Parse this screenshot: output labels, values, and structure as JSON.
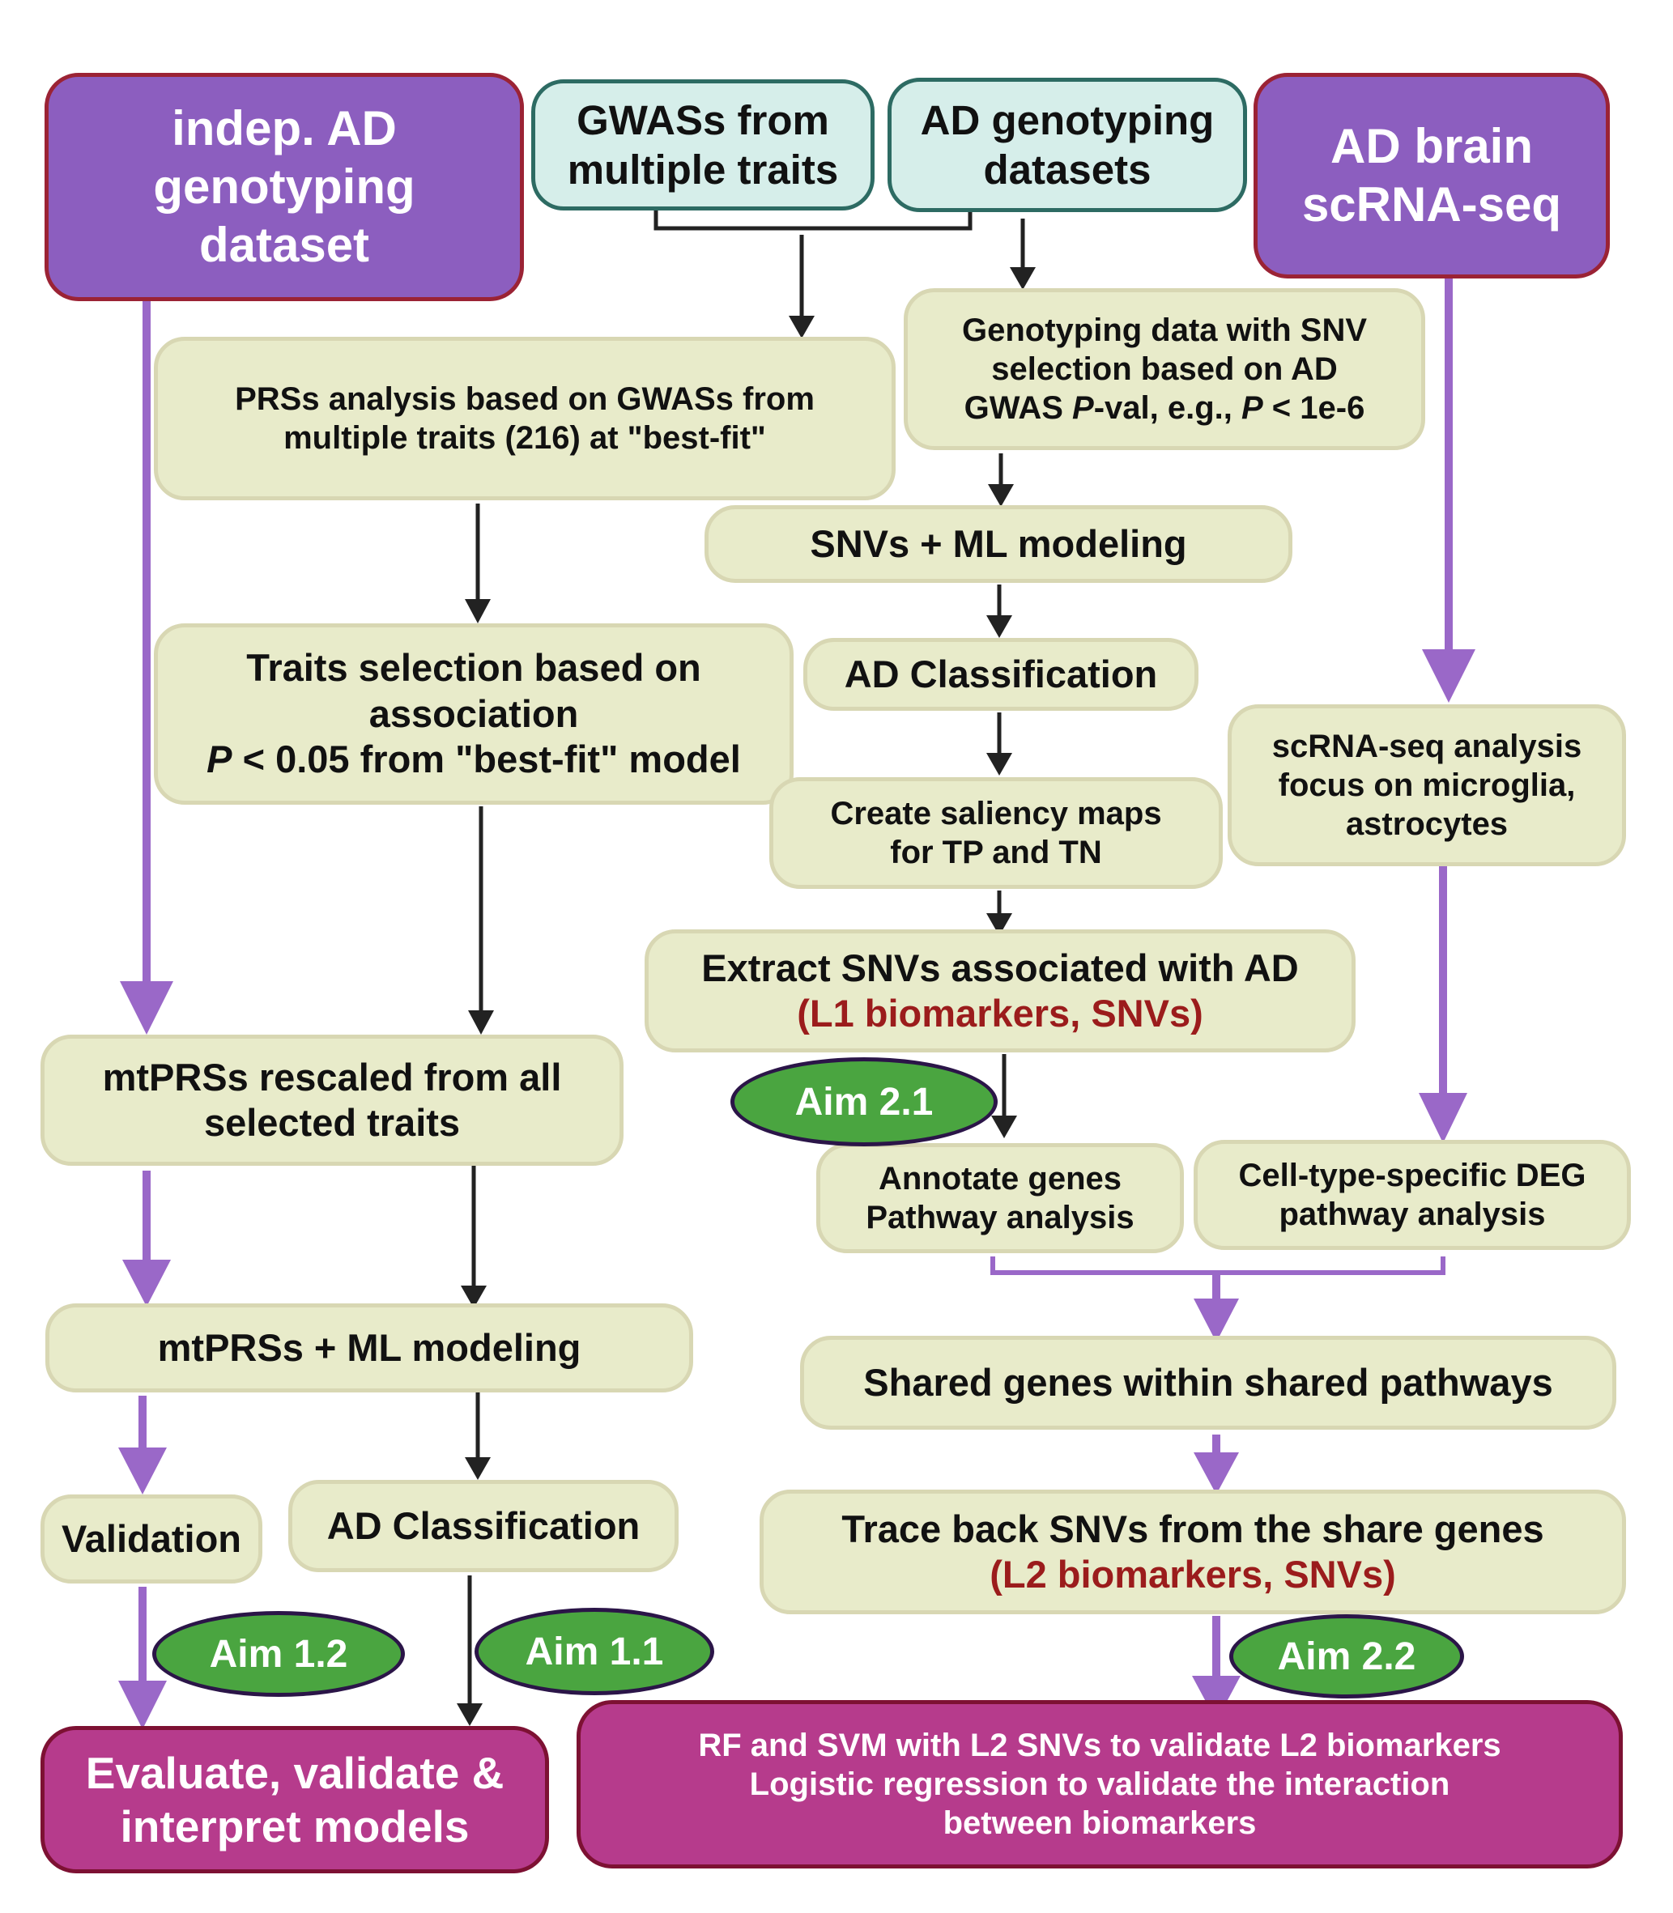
{
  "inputs": {
    "indep": [
      "indep. AD",
      "genotyping",
      "dataset"
    ],
    "gwas": [
      "GWASs from",
      "multiple traits"
    ],
    "ad_geno": [
      "AD genotyping",
      "datasets"
    ],
    "scrna": [
      "AD brain",
      "scRNA-seq"
    ]
  },
  "steps": {
    "prs_analysis": [
      "PRSs analysis based on GWASs from",
      "multiple traits (216) at \"best-fit\""
    ],
    "geno_snv": [
      "Genotyping data with SNV",
      "selection based on AD"
    ],
    "geno_gwas": "GWAS ",
    "geno_p": "P",
    "geno_pval_suffix": "-val, e.g., ",
    "geno_p2": "P",
    "geno_threshold": " < 1e-6",
    "snv_ml": "SNVs + ML modeling",
    "traits_sel": [
      "Traits selection based on",
      "association"
    ],
    "traits_p": "P",
    "traits_tail": " < 0.05 from \"best-fit\" model",
    "ad_class_1": "AD Classification",
    "saliency": [
      "Create saliency maps",
      "for TP and TN"
    ],
    "scrna_analysis": [
      "scRNA-seq analysis",
      "focus on microglia,",
      "astrocytes"
    ],
    "extract": "Extract SNVs associated with AD",
    "extract_l1": "(L1 biomarkers, SNVs)",
    "mtprs_rescaled": [
      "mtPRSs rescaled from all",
      "selected traits"
    ],
    "annotate": [
      "Annotate genes",
      "Pathway analysis"
    ],
    "celltype": [
      "Cell-type-specific DEG",
      "pathway analysis"
    ],
    "mtprs_ml": "mtPRSs + ML modeling",
    "shared": "Shared genes within shared pathways",
    "validation": "Validation",
    "ad_class_2": "AD Classification",
    "trace": "Trace back SNVs from the share genes",
    "trace_l2": "(L2 biomarkers, SNVs)"
  },
  "outputs": {
    "evaluate": [
      "Evaluate, validate &",
      "interpret models"
    ],
    "rf_svm": [
      "RF and SVM with L2 SNVs to validate L2 biomarkers",
      "Logistic regression to validate the interaction",
      "between biomarkers"
    ]
  },
  "aims": {
    "aim_2_1": "Aim 2.1",
    "aim_1_2": "Aim 1.2",
    "aim_1_1": "Aim 1.1",
    "aim_2_2": "Aim 2.2"
  },
  "colors": {
    "beige_fill": "#e8ebca",
    "beige_border": "#d8d7b3",
    "teal_fill": "#d6eeea",
    "teal_border": "#2d6b63",
    "purple_fill": "#8c5ebf",
    "purple_border": "#9b2335",
    "magenta_fill": "#b63b8c",
    "magenta_border": "#7d1133",
    "aim_fill": "#4aa540",
    "aim_border": "#2b1548",
    "arrow_purple": "#9a68c8",
    "arrow_black": "#222222",
    "highlight_red": "#9b1c1c"
  }
}
